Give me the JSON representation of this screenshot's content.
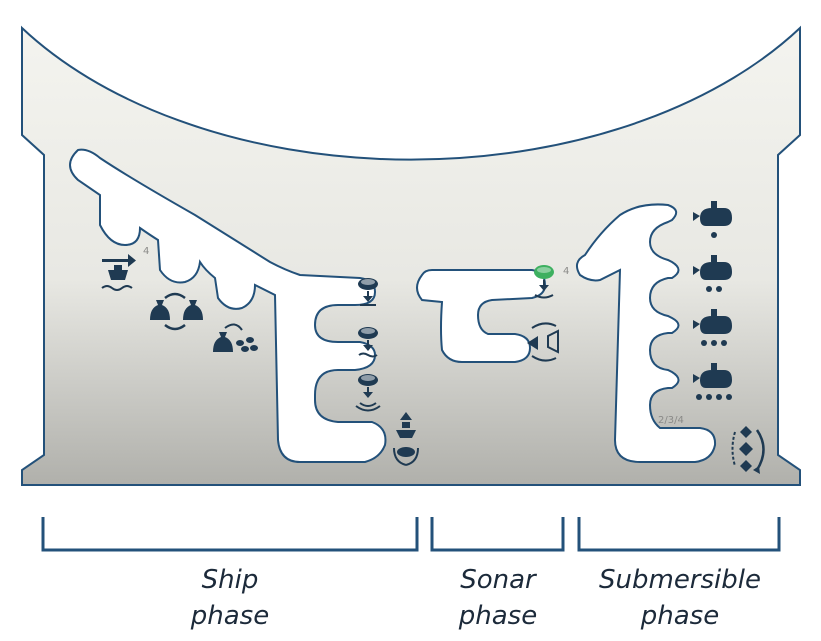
{
  "colors": {
    "board_top": "#f2f2ed",
    "board_bottom": "#b5b5b0",
    "outline": "#23517a",
    "icon": "#1f3a52",
    "sonar_green": "#3db060",
    "bracket": "#23517a",
    "label_text": "#1c2a3a"
  },
  "board": {
    "small_numbers": {
      "ship_slot": "4",
      "sonar_slot": "4",
      "sub_slot": "2/3/4"
    },
    "icons": {
      "ship": [
        "ship-arrow-icon",
        "bags-cycle-icon",
        "bag-to-pellets-icon",
        "mine-drop-icon",
        "mine-drop-icon",
        "mine-sonar-icon",
        "ship-recycle-icon"
      ],
      "sonar": [
        "green-mine-icon",
        "sonar-ping-icon"
      ],
      "submersible": [
        "sub-one-dot-icon",
        "sub-two-dots-icon",
        "sub-three-dots-icon",
        "sub-four-dots-icon",
        "diamond-cycle-icon"
      ]
    }
  },
  "phases": [
    {
      "line1": "Ship",
      "line2": "phase"
    },
    {
      "line1": "Sonar",
      "line2": "phase"
    },
    {
      "line1": "Submersible",
      "line2": "phase"
    }
  ]
}
